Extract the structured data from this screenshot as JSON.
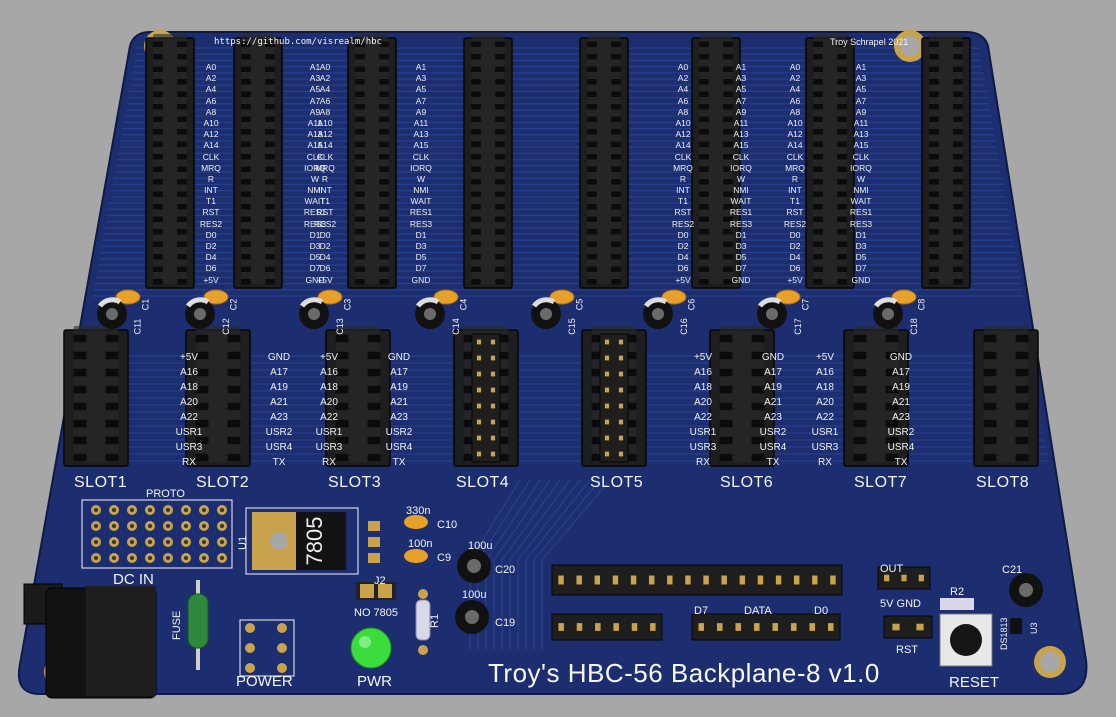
{
  "board": {
    "title": "Troy's HBC-56 Backplane-8 v1.0",
    "url": "https://github.com/visrealm/hbc",
    "author": "Troy Schrapel 2021",
    "colors": {
      "pcb": "#1c2e6f",
      "trace": "#2a4493",
      "silk": "#f4f4f4",
      "header": "#1e1e1e",
      "pad": "#c8a34b",
      "background": "#a7a7a7"
    }
  },
  "slots": [
    {
      "label": "SLOT1"
    },
    {
      "label": "SLOT2"
    },
    {
      "label": "SLOT3"
    },
    {
      "label": "SLOT4"
    },
    {
      "label": "SLOT5"
    },
    {
      "label": "SLOT6"
    },
    {
      "label": "SLOT7"
    },
    {
      "label": "SLOT8"
    }
  ],
  "pin_labels": {
    "upper_left": [
      "A0",
      "A2",
      "A4",
      "A6",
      "A8",
      "A10",
      "A12",
      "A14",
      "CLK",
      "MRQ",
      "R",
      "INT",
      "T1",
      "RST",
      "RES2",
      "D0",
      "D2",
      "D4",
      "D6",
      "+5V"
    ],
    "upper_right": [
      "A1",
      "A3",
      "A5",
      "A7",
      "A9",
      "A11",
      "A13",
      "A15",
      "CLK",
      "IORQ",
      "W",
      "NMI",
      "WAIT",
      "RES1",
      "RES3",
      "D1",
      "D3",
      "D5",
      "D7",
      "GND"
    ],
    "lower_left": [
      "+5V",
      "A16",
      "A18",
      "A20",
      "A22",
      "USR1",
      "USR3",
      "RX"
    ],
    "lower_right": [
      "GND",
      "A17",
      "A19",
      "A21",
      "A23",
      "USR2",
      "USR4",
      "TX"
    ]
  },
  "caps": {
    "top": [
      "C1",
      "C2",
      "C3",
      "C4",
      "C5",
      "C6",
      "C7",
      "C8"
    ],
    "elec": [
      "C11",
      "C12",
      "C13",
      "C14",
      "C15",
      "C16",
      "C17",
      "C18"
    ]
  },
  "components": {
    "proto_label": "PROTO",
    "dc_in_label": "DC IN",
    "fuse_label": "FUSE",
    "u1_label": "U1",
    "regulator_text": "7805",
    "c10_label": "C10",
    "c10_value": "330n",
    "c9_label": "C9",
    "c9_value": "100n",
    "c20_label": "C20",
    "c20_value": "100u",
    "c19_label": "C19",
    "c19_value": "100u",
    "j2_label": "J2",
    "no7805_label": "NO 7805",
    "r1_label": "R1",
    "power_label": "POWER",
    "pwr_label": "PWR",
    "out_label": "OUT",
    "fivev_gnd_label": "5V GND",
    "rst_label": "RST",
    "r2_label": "R2",
    "c21_label": "C21",
    "u3_label": "U3",
    "ds1813_label": "DS1813",
    "reset_label": "RESET",
    "data_label": "DATA",
    "d7_label": "D7",
    "d0_label": "D0"
  }
}
